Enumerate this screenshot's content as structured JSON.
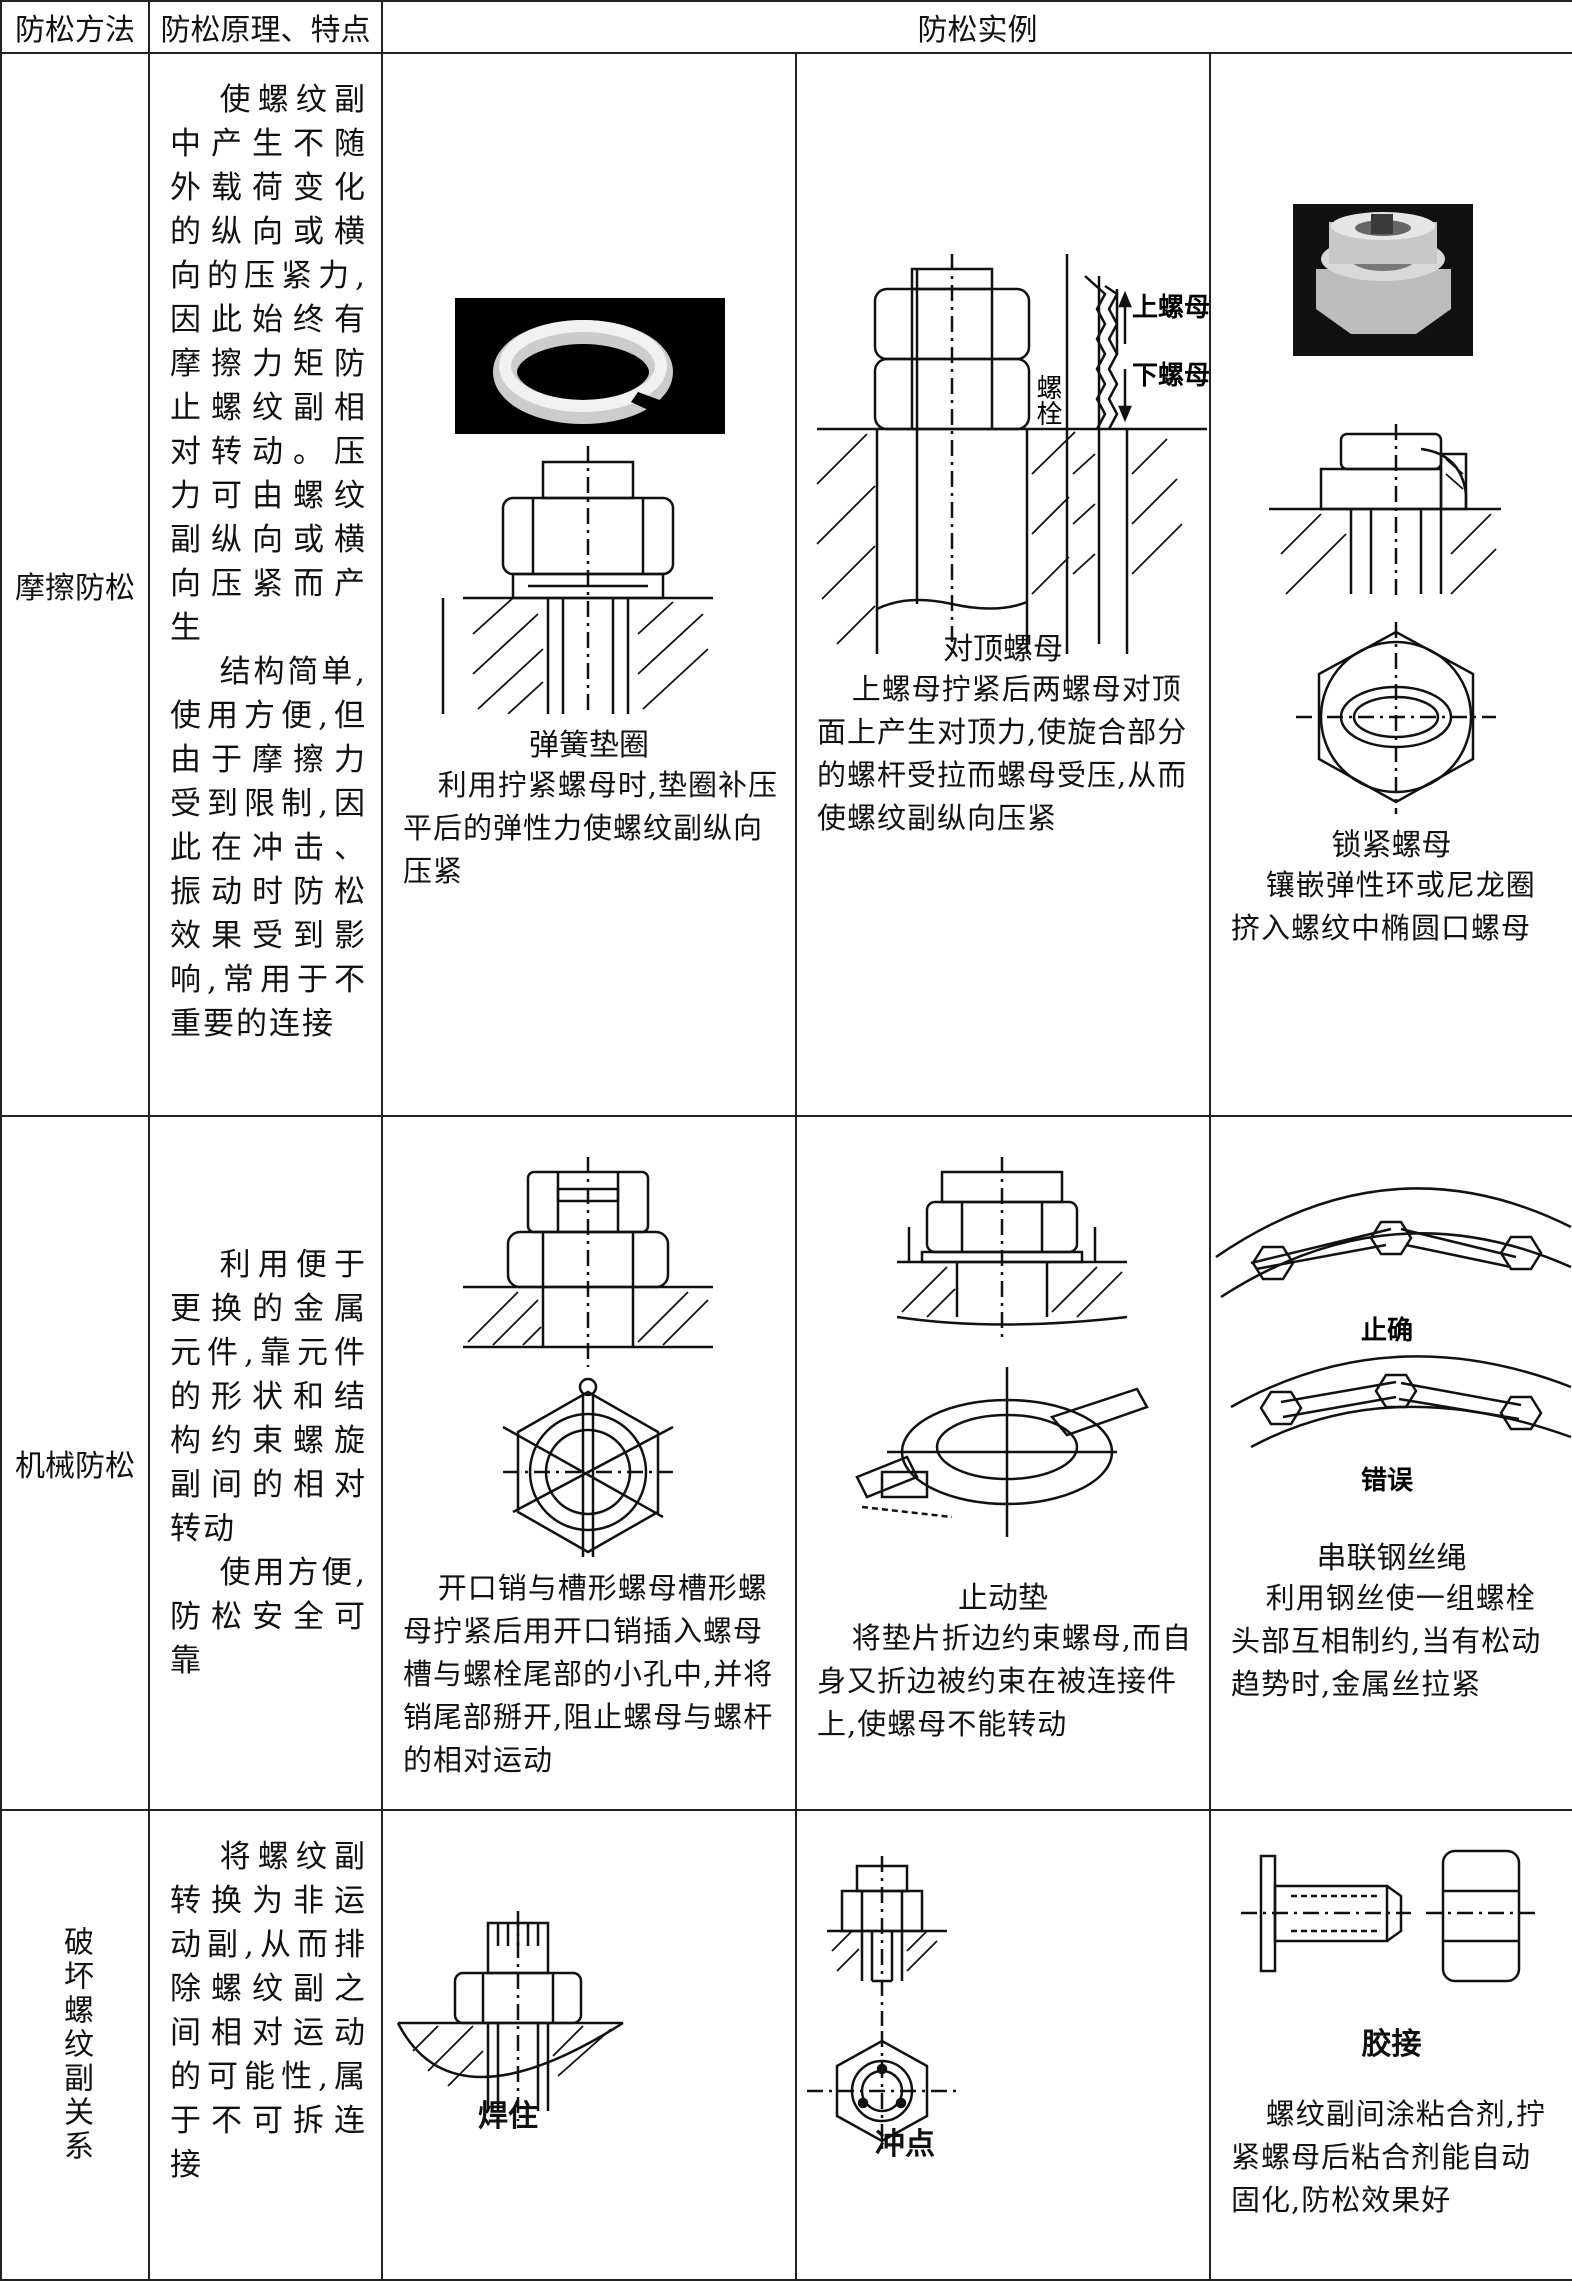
{
  "header": {
    "method": "防松方法",
    "principle": "防松原理、特点",
    "examples": "防松实例"
  },
  "rows": [
    {
      "method": "摩擦防松",
      "principle": [
        "使螺纹副中产生不随外载荷变化的纵向或横向的压紧力,因此始终有摩擦力矩防止螺纹副相对转动。压力可由螺纹副纵向或横向压紧而产生",
        "结构简单,使用方便,但由于摩擦力受到限制,因此在冲击、振动时防松效果受到影响,常用于不重要的连接"
      ],
      "examples": [
        {
          "caption": "弹簧垫圈",
          "desc": "利用拧紧螺母时,垫圈补压平后的弹性力使螺纹副纵向压紧"
        },
        {
          "caption": "对顶螺母",
          "desc": "上螺母拧紧后两螺母对顶面上产生对顶力,使旋合部分的螺杆受拉而螺母受压,从而使螺纹副纵向压紧",
          "labels": {
            "bolt": "螺栓",
            "upper_nut": "上螺母",
            "lower_nut": "下螺母"
          }
        },
        {
          "caption": "锁紧螺母",
          "desc": "镶嵌弹性环或尼龙圈挤入螺纹中椭圆口螺母"
        }
      ]
    },
    {
      "method": "机械防松",
      "principle": [
        "利用便于更换的金属元件,靠元件的形状和结构约束螺旋副间的相对转动",
        "使用方便,防松安全可靠"
      ],
      "examples": [
        {
          "caption": "开口销与槽形螺母",
          "desc": "槽形螺母拧紧后用开口销插入螺母槽与螺栓尾部的小孔中,并将销尾部掰开,阻止螺母与螺杆的相对运动"
        },
        {
          "caption": "止动垫",
          "desc": "将垫片折边约束螺母,而自身又折边被约束在被连接件上,使螺母不能转动"
        },
        {
          "caption": "串联钢丝绳",
          "desc": "利用钢丝使一组螺栓头部互相制约,当有松动趋势时,金属丝拉紧",
          "labels": {
            "correct": "止确",
            "wrong": "错误"
          }
        }
      ]
    },
    {
      "method": "破坏螺纹副关系",
      "principle": [
        "将螺纹副转换为非运动副,从而排除螺纹副之间相对运动的可能性,属于不可拆连接"
      ],
      "examples": [
        {
          "caption": "焊住"
        },
        {
          "caption": "冲点"
        },
        {
          "caption": "胶接",
          "desc": "螺纹副间涂粘合剂,拧紧螺母后粘合剂能自动固化,防松效果好"
        }
      ]
    }
  ]
}
